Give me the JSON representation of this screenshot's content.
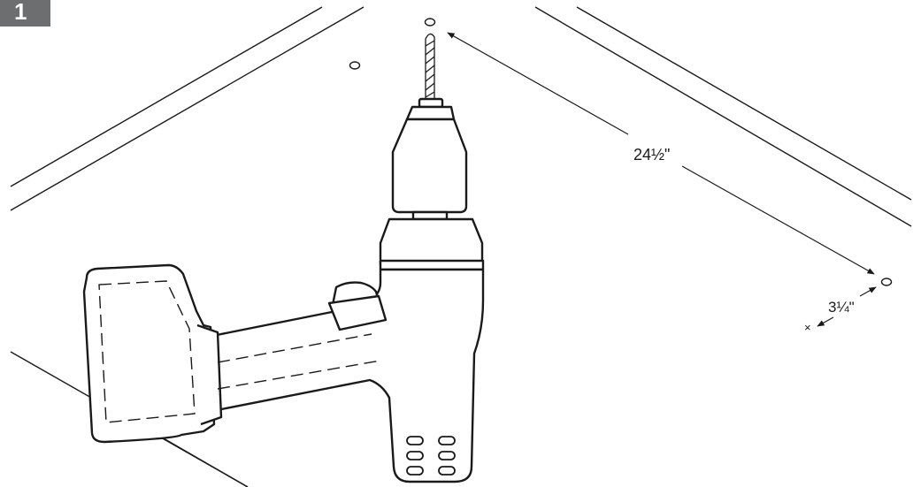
{
  "step": {
    "number": "1"
  },
  "dimensions": {
    "hole_spacing": "24½\"",
    "edge_offset": "3¼\"",
    "edge_mark": "×"
  },
  "colors": {
    "line": "#1a1a1a",
    "badge": "#6d6e70",
    "background": "#ffffff"
  },
  "icons": {
    "drill": "cordless-drill-icon",
    "bit": "drill-bit-icon"
  }
}
